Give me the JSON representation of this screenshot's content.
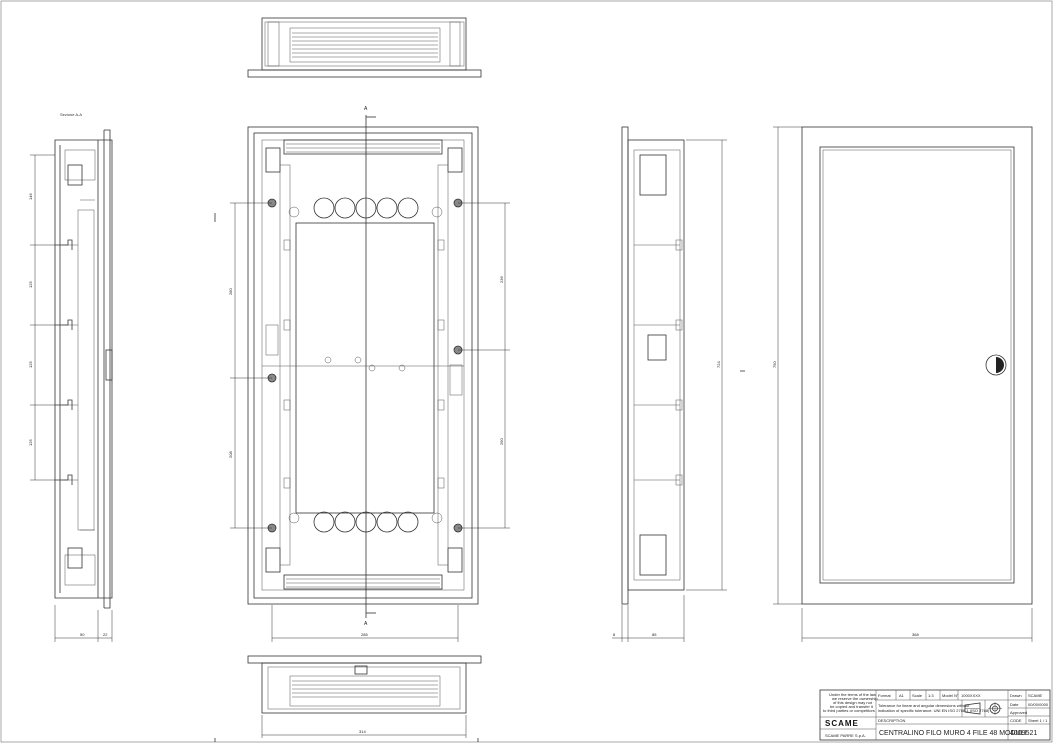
{
  "section_label": "Sezione A-A",
  "section_marks": {
    "top": "A",
    "bottom": "A"
  },
  "dimensions": {
    "side_left": [
      "146",
      "125",
      "125",
      "125"
    ],
    "side_bottom": [
      "50",
      "22"
    ],
    "front_left": [
      "280",
      "208"
    ],
    "front_right": [
      "236",
      "260"
    ],
    "front_width": "285",
    "bottom_view_width": "314",
    "side_right_height": "724",
    "side_right_bottom": [
      "8",
      "85"
    ],
    "door_height": "750",
    "door_width": "368"
  },
  "title_block": {
    "notice": [
      "Under the terms of the law",
      "we reserve the ownership",
      "of this design may not",
      "be copied and transfer it",
      "to third parties or competitors"
    ],
    "logo": "SCAME",
    "company": "SCAME PARRE S.p.A.",
    "format_label": "Format",
    "format_value": "A1",
    "scale_label": "Scale",
    "scale_value": "1:3",
    "model_label": "Model N°",
    "model_value": "1000XXXX",
    "tolerance": [
      "Tolerance for linear and angular dimensions without",
      "indication of specific tolerance: UNI EN ISO 2768-1 (ISO 2768)"
    ],
    "description_label": "DESCRIPTION",
    "description": "CENTRALINO FILO MURO 4 FILE 48 MODULI",
    "drawn_label": "Drawn",
    "drawn_value": "SCAME",
    "date_label": "Date",
    "date_value": "00/00/0000",
    "approved_label": "Approved",
    "code_label": "CODE",
    "sheet_label": "Sheet 1 / 1",
    "code": "4009521"
  }
}
